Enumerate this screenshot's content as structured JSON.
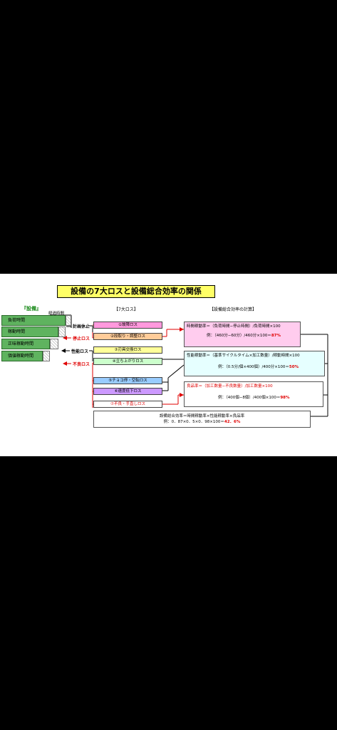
{
  "title": "設備の7大ロスと設備総合効率の関係",
  "headers": {
    "equipment": "『設備』",
    "seven_losses": "【7大ロス】",
    "oee_calc": "【設備総合効率の計算】"
  },
  "time_bars": {
    "elapsed": "経過時間",
    "load": "負荷時間",
    "operating": "稼動時間",
    "net_operating": "正味稼動時間",
    "value_operating": "価値稼動時間"
  },
  "categories": {
    "planned_stop": "計画休止",
    "stop_loss": "停止ロス",
    "performance_loss": "性能ロス",
    "defect_loss": "不良ロス"
  },
  "losses": [
    "①故障ロス",
    "②段取り・調整ロス",
    "③刃具交換ロス",
    "④立ち上がりロス",
    "⑤チョコ停・空転ロス",
    "⑥速度低下ロス",
    "⑦不良・手直しロス"
  ],
  "calcs": {
    "availability_formula": "時間稼動率＝（負荷時間−停止時間）/負荷時間×100",
    "availability_example": "例：（460分−60分）/460分×100＝",
    "availability_result": "87%",
    "performance_formula": "性能稼動率＝（基準サイクルタイム×加工数量）/稼動時間×100",
    "performance_example": "例：（0.5分/個×400個）/400分×100＝",
    "performance_result": "50%",
    "quality_formula_a": "良品率＝（加工数量−不良数量）/",
    "quality_formula_b": "加工数量×100",
    "quality_example": "例：（400個−8個）/400個×100＝",
    "quality_result": "98%",
    "oee_formula": "設備総合効率＝時間稼動率×性能稼動率×良品率",
    "oee_example": "例：0．87×0．5×0．98×100＝",
    "oee_result": "42．6%"
  },
  "colors": {
    "title_bg": "#ffff66",
    "bar_green": "#5fb35f",
    "pink": "#ffccee",
    "cyan": "#e6ffff",
    "red": "#e00000"
  }
}
